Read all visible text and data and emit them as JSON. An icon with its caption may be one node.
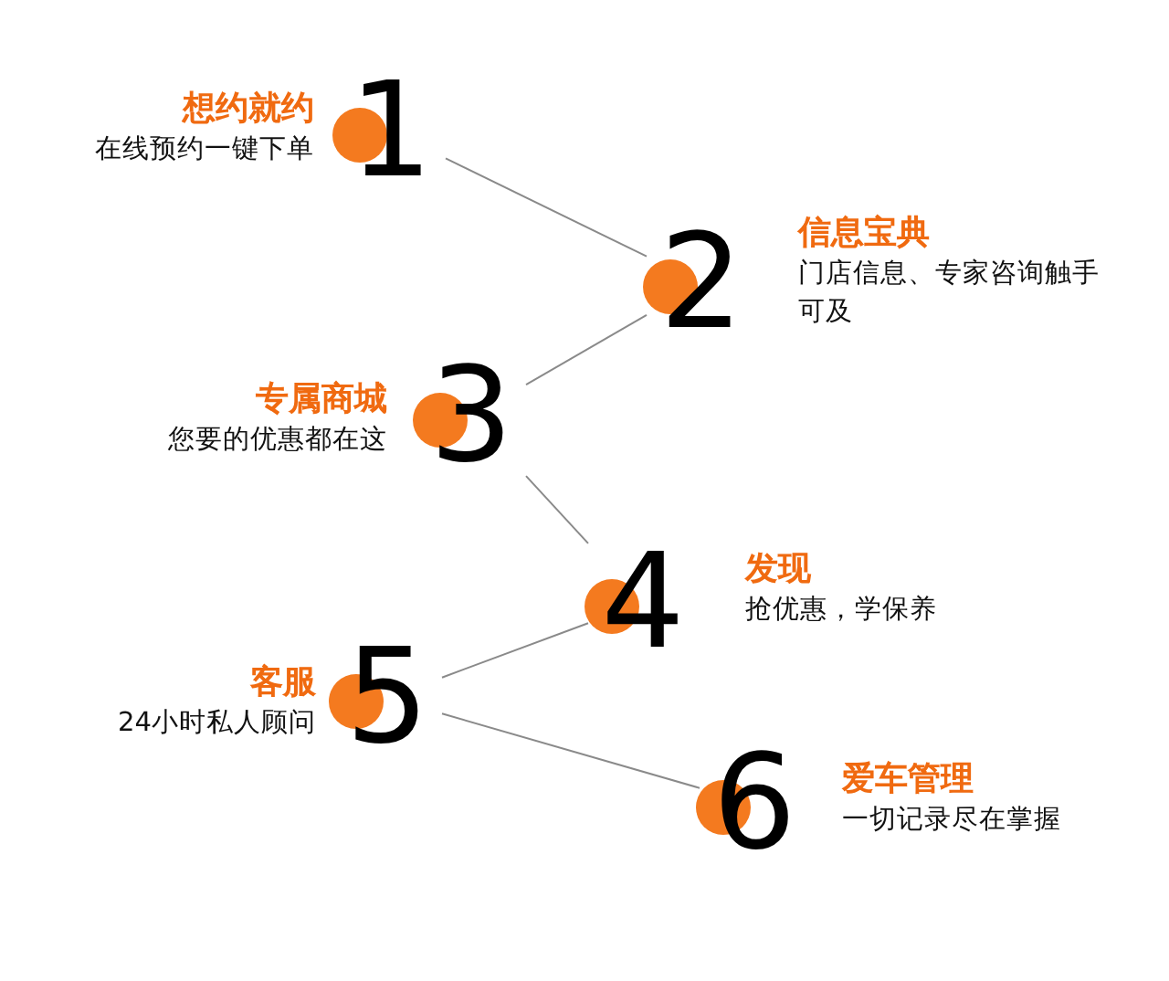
{
  "diagram": {
    "nodes": [
      {
        "text": [
          "1"
        ],
        "beside": [
          "想约就约",
          "在线预约一键下单"
        ]
      },
      {
        "text": [
          "2"
        ],
        "beside": [
          "信息宝典",
          "门店信息、专家咨询触手可及"
        ]
      },
      {
        "text": [
          "3"
        ],
        "beside": [
          "专属商城",
          "您要的优惠都在这"
        ]
      },
      {
        "text": [
          "4"
        ],
        "beside": [
          "发现",
          "抢优惠，学保养"
        ]
      },
      {
        "text": [
          "5"
        ],
        "beside": [
          "客服",
          "24小时私人顾问"
        ]
      },
      {
        "text": [
          "6"
        ],
        "beside": [
          "爱车管理",
          "一切记录尽在掌握"
        ]
      }
    ],
    "edges": [
      {
        "from": 0,
        "to": 1,
        "arrow": "none"
      },
      {
        "from": 1,
        "to": 2,
        "arrow": "none"
      },
      {
        "from": 2,
        "to": 3,
        "arrow": "none"
      },
      {
        "from": 3,
        "to": 4,
        "arrow": "none"
      },
      {
        "from": 4,
        "to": 5,
        "arrow": "none"
      }
    ]
  }
}
